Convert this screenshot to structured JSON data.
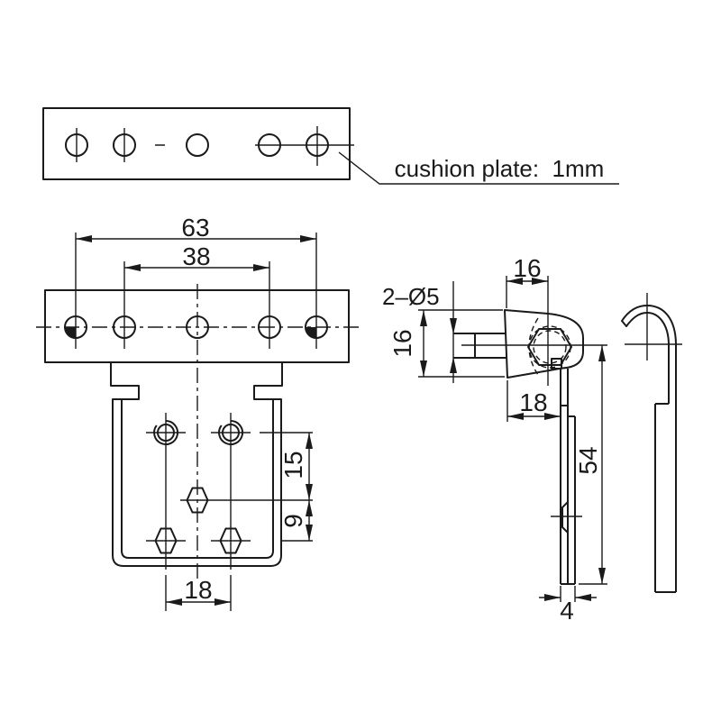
{
  "callout": {
    "text": "cushion plate:  1mm"
  },
  "dimensions": {
    "hole_span_outer": "63",
    "hole_span_inner": "38",
    "upper_holes_to_center_hex": "15",
    "center_hex_to_lower_hexes": "9",
    "lower_hole_span": "18",
    "head_width": "16",
    "head_height": "16",
    "holes_note": "2–Ø5",
    "head_depth": "18",
    "arm_length": "54",
    "arm_thickness": "4"
  },
  "colors": {
    "line": "#1a1a1a",
    "background": "#ffffff"
  }
}
